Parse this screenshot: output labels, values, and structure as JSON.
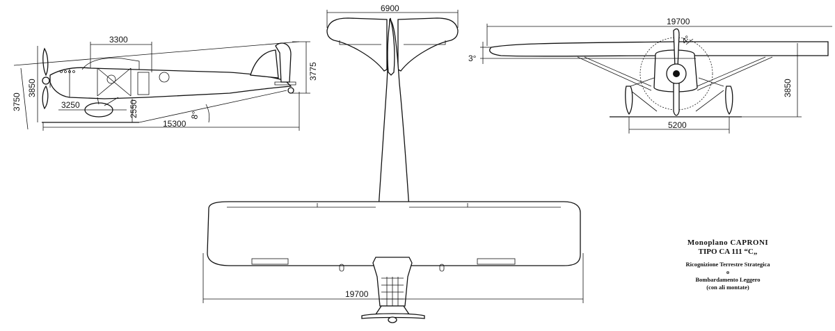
{
  "side_view": {
    "dim_length": "15300",
    "dim_top": "3300",
    "dim_lower": "3250",
    "dim_gear": "2550",
    "dim_height_left": "3850",
    "dim_height_outer": "3750",
    "dim_tail": "3775",
    "dim_angle": "8°"
  },
  "top_view": {
    "dim_tailplane": "6900",
    "dim_span": "19700"
  },
  "front_view": {
    "dim_span": "19700",
    "dim_dihedral": "3°",
    "dim_track": "5200",
    "dim_height": "3850",
    "dim_prop_angle": "4°"
  },
  "caption": {
    "line1": "Monoplano CAPRONI",
    "line2": "TIPO CA 111 “C„",
    "line3": "Ricognizione Terrestre Strategica",
    "line4": "o",
    "line5": "Bombardamento Leggero",
    "line6": "(con ali montate)"
  }
}
